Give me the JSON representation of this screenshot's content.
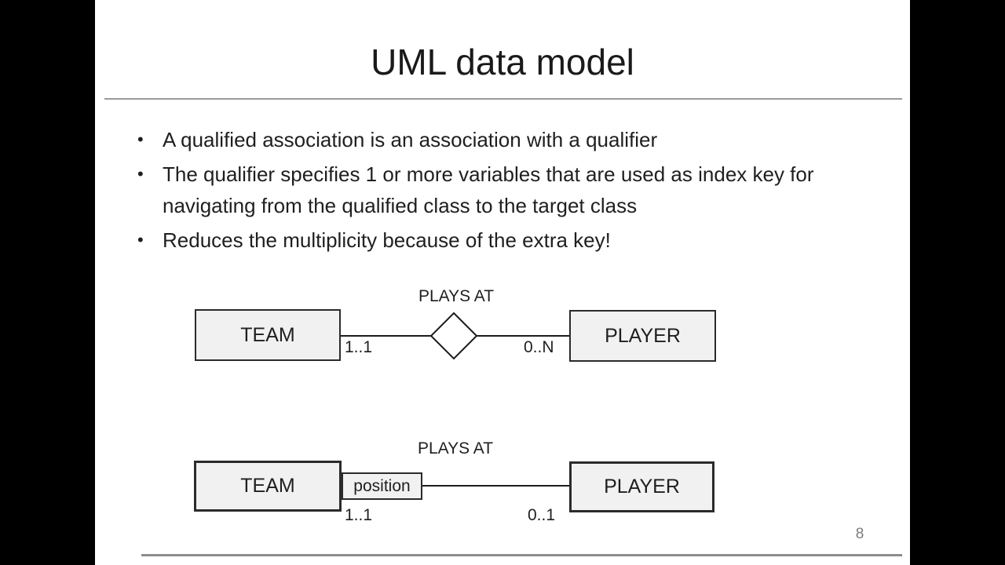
{
  "slide": {
    "title": "UML data model",
    "page_number": "8",
    "bullet_glyph": "•",
    "bullets": [
      "A qualified association is an association with a qualifier",
      "The qualifier specifies 1 or more variables that are used as index key for navigating from the qualified class to the target class",
      "Reduces the multiplicity because of the extra key!"
    ]
  },
  "diagram_plain": {
    "association_label": "PLAYS AT",
    "left_entity": "TEAM",
    "right_entity": "PLAYER",
    "left_multiplicity": "1..1",
    "right_multiplicity": "0..N"
  },
  "diagram_qualified": {
    "association_label": "PLAYS AT",
    "left_entity": "TEAM",
    "qualifier": "position",
    "right_entity": "PLAYER",
    "left_multiplicity": "1..1",
    "right_multiplicity": "0..1"
  },
  "colors": {
    "letterbox_background": "#000000",
    "slide_background": "#ffffff",
    "text": "#1f1f1f",
    "entity_fill": "#f1f1f1",
    "entity_border": "#2b2b2b",
    "rule_gray": "#9a9a9a",
    "page_number_gray": "#7d7d7d"
  }
}
